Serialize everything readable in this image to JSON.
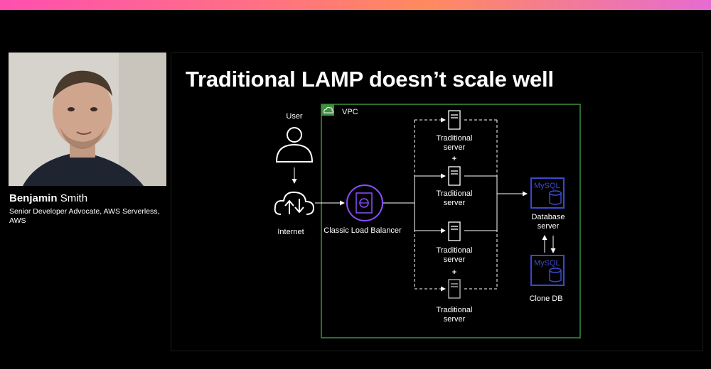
{
  "speaker": {
    "first_name": "Benjamin",
    "last_name": "Smith",
    "title": "Senior Developer Advocate, AWS Serverless, AWS"
  },
  "slide": {
    "title": "Traditional LAMP doesn’t scale well",
    "vpc_label": "VPC",
    "user_label": "User",
    "internet_label": "Internet",
    "load_balancer_label": "Classic Load Balancer",
    "servers": [
      {
        "line1": "Traditional",
        "line2": "server"
      },
      {
        "line1": "Traditional",
        "line2": "server"
      },
      {
        "line1": "Traditional",
        "line2": "server"
      },
      {
        "line1": "Traditional",
        "line2": "server"
      }
    ],
    "plus_symbols": [
      "+",
      "+"
    ],
    "database_label_line1": "Database",
    "database_label_line2": "server",
    "mysql_badges": [
      "MySQL",
      "MySQL"
    ],
    "clone_label": "Clone DB"
  },
  "colors": {
    "vpc_border": "#3f8f3f",
    "load_balancer": "#8c4fff",
    "database": "#3b48cc"
  },
  "icons": [
    "user-icon",
    "cloud-icon",
    "load-balancer-icon",
    "server-icon",
    "mysql-icon",
    "vpc-cloud-icon"
  ]
}
